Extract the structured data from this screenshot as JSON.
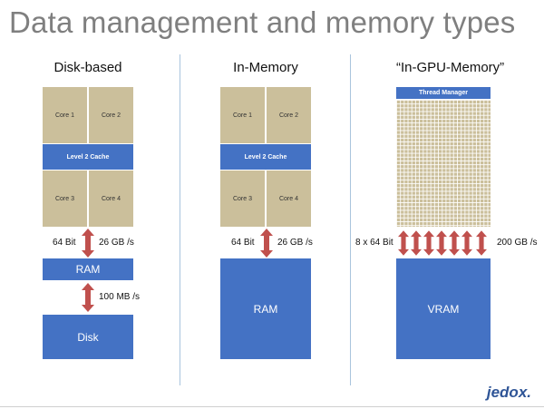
{
  "title": "Data management and memory types",
  "columns": [
    {
      "header": "Disk-based",
      "cores": [
        "Core 1",
        "Core 2",
        "Core 3",
        "Core 4"
      ],
      "cache": "Level 2 Cache",
      "left_label": "64 Bit",
      "right_label": "26 GB /s",
      "ram": "RAM",
      "disk_label": "100 MB /s",
      "disk": "Disk"
    },
    {
      "header": "In-Memory",
      "cores": [
        "Core 1",
        "Core 2",
        "Core 3",
        "Core 4"
      ],
      "cache": "Level 2 Cache",
      "left_label": "64 Bit",
      "right_label": "26 GB /s",
      "ram": "RAM"
    },
    {
      "header": "“In-GPU-Memory”",
      "thread_manager": "Thread Manager",
      "left_label": "8 x 64 Bit",
      "right_label": "200 GB /s",
      "vram": "VRAM"
    }
  ],
  "logo": "jedox.",
  "colors": {
    "core": "#cbbf9b",
    "blue": "#4472c4",
    "arrow": "#c0504d"
  },
  "icons": {
    "arrow": "double-headed-vertical-arrow"
  }
}
